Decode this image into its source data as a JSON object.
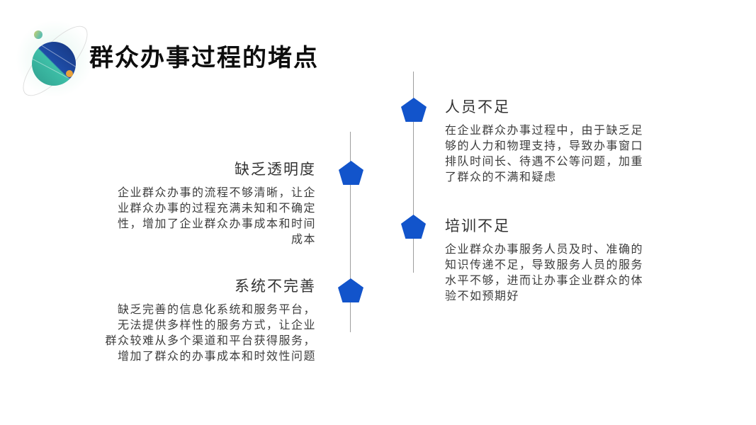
{
  "slide": {
    "title": "群众办事过程的堵点",
    "colors": {
      "accent_pentagon": "#1254cb",
      "timeline_line": "#9e9e9e",
      "heading_text": "#333333",
      "body_text": "#3d3d3d",
      "title_text": "#0d0d0d",
      "planet_navy": "#1b3f97",
      "planet_teal": "#3cbfa5",
      "satellite_dot_top": "#9fc98f",
      "satellite_dot_bottom": "#e9a23b"
    },
    "logo": {
      "name": "planet-orbit-logo"
    },
    "sections": [
      {
        "id": "insufficient-personnel",
        "side": "right",
        "title": "人员不足",
        "body": "在企业群众办事过程中，由于缺乏足\n够的人力和物理支持，导致办事窗口\n排队时间长、待遇不公等问题，加重\n了群众的不满和疑虑"
      },
      {
        "id": "lack-of-transparency",
        "side": "left",
        "title": "缺乏透明度",
        "body": "企业群众办事的流程不够清晰，让企\n业群众办事的过程充满未知和不确定\n性，增加了企业群众办事成本和时间\n成本"
      },
      {
        "id": "insufficient-training",
        "side": "right",
        "title": "培训不足",
        "body": "企业群众办事服务人员及时、准确的\n知识传递不足，导致服务人员的服务\n水平不够，进而让办事企业群众的体\n验不如预期好"
      },
      {
        "id": "imperfect-system",
        "side": "left",
        "title": "系统不完善",
        "body": "缺乏完善的信息化系统和服务平台，\n无法提供多样性的服务方式，让企业\n群众较难从多个渠道和平台获得服务，\n增加了群众的办事成本和时效性问题"
      }
    ]
  }
}
